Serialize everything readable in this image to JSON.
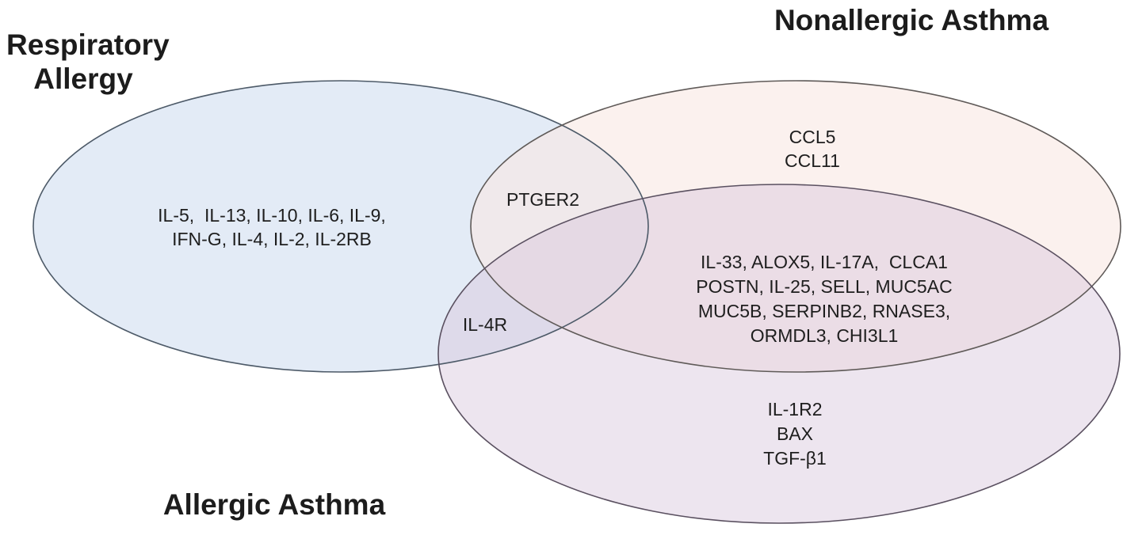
{
  "sets": {
    "respiratory_allergy": {
      "title_lines": [
        "Respiratory",
        "Allergy"
      ],
      "fill": "#dbe6f4",
      "stroke": "#4d5a68"
    },
    "nonallergic_asthma": {
      "title": "Nonallergic Asthma",
      "fill": "#f8e9e3",
      "stroke": "#5f5a58"
    },
    "allergic_asthma": {
      "title": "Allergic Asthma",
      "fill": "#d7c6dc",
      "stroke": "#5a5060"
    }
  },
  "regions": {
    "respiratory_allergy_only": [
      "IL-5,  IL-13, IL-10, IL-6, IL-9,",
      "IFN-G, IL-4, IL-2, IL-2RB"
    ],
    "respiratory_nonallergic": [
      "PTGER2"
    ],
    "respiratory_allergic": [
      "IL-4R"
    ],
    "nonallergic_only": [
      "CCL5",
      "CCL11"
    ],
    "nonallergic_allergic": [
      "IL-33, ALOX5, IL-17A,  CLCA1",
      "POSTN, IL-25, SELL, MUC5AC",
      "MUC5B, SERPINB2, RNASE3,",
      "ORMDL3, CHI3L1"
    ],
    "allergic_only": [
      "IL-1R2",
      "BAX",
      "TGF-β1"
    ]
  }
}
